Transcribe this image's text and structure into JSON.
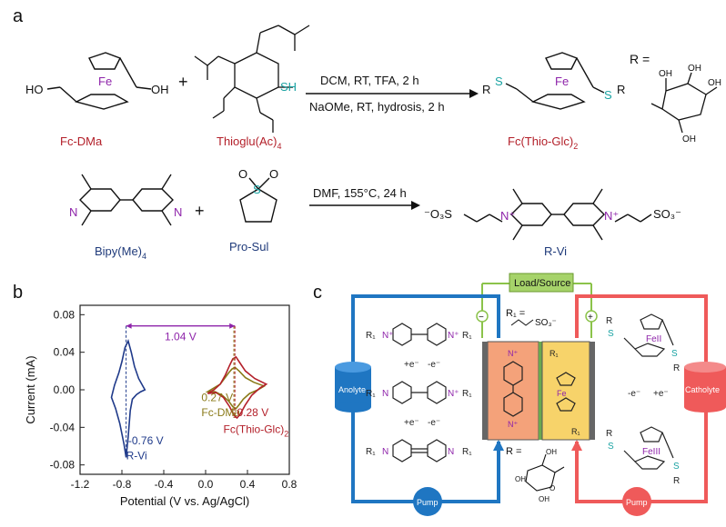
{
  "figure": {
    "panels": {
      "a": "a",
      "b": "b",
      "c": "c"
    }
  },
  "panel_a": {
    "reaction1": {
      "reactant1": {
        "label": "Fc-DMa",
        "atoms": {
          "ho_left": "HO",
          "oh_right": "OH",
          "fe": "Fe"
        }
      },
      "plus": "+",
      "reactant2": {
        "label": "Thioglu(Ac)",
        "label_sub": "4",
        "atoms": {
          "sh": "SH"
        }
      },
      "conditions_top": "DCM, RT, TFA, 2 h",
      "conditions_bottom": "NaOMe, RT, hydrosis, 2 h",
      "product": {
        "label": "Fc(Thio-Glc)",
        "label_sub": "2",
        "atoms": {
          "r_left": "R",
          "s_left": "S",
          "fe": "Fe",
          "s_right": "S",
          "r_right": "R"
        }
      },
      "r_definition": {
        "prefix": "R =",
        "oh": "OH"
      }
    },
    "reaction2": {
      "reactant1": {
        "label": "Bipy(Me)",
        "label_sub": "4",
        "atoms": {
          "n": "N"
        }
      },
      "plus": "+",
      "reactant2": {
        "label": "Pro-Sul",
        "atoms": {
          "s": "S",
          "o": "O"
        }
      },
      "conditions": "DMF, 155°C, 24 h",
      "product": {
        "label": "R-Vi",
        "left_group": "⁻O₃S",
        "right_group": "SO₃⁻",
        "n_plus": "N⁺"
      }
    }
  },
  "chart_data": {
    "type": "line",
    "title": "",
    "xlabel": "Potential (V vs. Ag/AgCl)",
    "ylabel": "Current (mA)",
    "xlim": [
      -1.2,
      0.8
    ],
    "ylim": [
      -0.09,
      0.09
    ],
    "xticks": [
      "-1.2",
      "-0.8",
      "-0.4",
      "0.0",
      "0.4",
      "0.8"
    ],
    "yticks": [
      "0.08",
      "0.04",
      "0.00",
      "-0.04",
      "-0.08"
    ],
    "series": [
      {
        "name": "R-Vi",
        "color": "#1f3a8a",
        "x": [
          -0.58,
          -0.62,
          -0.66,
          -0.7,
          -0.72,
          -0.74,
          -0.76,
          -0.78,
          -0.82,
          -0.86,
          -0.9,
          -0.87,
          -0.83,
          -0.8,
          -0.77,
          -0.74,
          -0.71,
          -0.68,
          -0.64,
          -0.6,
          -0.58
        ],
        "y": [
          0.0,
          -0.002,
          -0.005,
          -0.01,
          -0.022,
          -0.05,
          -0.072,
          -0.058,
          -0.036,
          -0.02,
          -0.008,
          0.005,
          0.018,
          0.03,
          0.045,
          0.052,
          0.04,
          0.025,
          0.012,
          0.004,
          0.0
        ]
      },
      {
        "name": "Fc-DMa",
        "color": "#8a7a18",
        "x": [
          0.02,
          0.08,
          0.14,
          0.18,
          0.22,
          0.25,
          0.28,
          0.32,
          0.38,
          0.46,
          0.56,
          0.5,
          0.42,
          0.36,
          0.32,
          0.29,
          0.26,
          0.22,
          0.16,
          0.09,
          0.02
        ],
        "y": [
          -0.002,
          0.002,
          0.006,
          0.012,
          0.018,
          0.022,
          0.024,
          0.02,
          0.013,
          0.008,
          0.004,
          0.0,
          -0.004,
          -0.01,
          -0.016,
          -0.02,
          -0.018,
          -0.012,
          -0.006,
          -0.002,
          -0.002
        ]
      },
      {
        "name": "Fc(Thio-Glc)2",
        "color": "#b3202a",
        "x": [
          0.02,
          0.08,
          0.14,
          0.19,
          0.23,
          0.26,
          0.29,
          0.32,
          0.38,
          0.47,
          0.58,
          0.52,
          0.44,
          0.38,
          0.33,
          0.3,
          0.27,
          0.23,
          0.17,
          0.1,
          0.02
        ],
        "y": [
          -0.004,
          0.0,
          0.006,
          0.016,
          0.026,
          0.033,
          0.035,
          0.03,
          0.02,
          0.012,
          0.006,
          0.002,
          -0.006,
          -0.016,
          -0.026,
          -0.03,
          -0.027,
          -0.018,
          -0.008,
          -0.003,
          -0.004
        ]
      }
    ],
    "annotations": {
      "gap": "1.04 V",
      "rvi_potential": "-0.76 V",
      "rvi_label": "R-Vi",
      "fc_dma_potential": "0.27 V",
      "fc_dma_label": "Fc-DMa",
      "fc_thio_potential": "0.28 V",
      "fc_thio_label": "Fc(Thio-Glc)",
      "fc_thio_sub": "2"
    }
  },
  "panel_c": {
    "load_source": "Load/Source",
    "anolyte": "Anolyte",
    "catholyte": "Catholyte",
    "pump_left": "Pump",
    "pump_right": "Pump",
    "r1_def": "R₁ =",
    "so3": "SO₃⁻",
    "r_def": "R =",
    "e_in": "+e⁻",
    "e_out": "-e⁻",
    "fe2": "FeII",
    "fe3": "FeIII",
    "minus_sign": "−",
    "plus_sign": "+",
    "r1": "R₁",
    "r": "R",
    "s": "S",
    "n": "N",
    "nplus": "N⁺",
    "fe": "Fe",
    "oh": "OH",
    "o": "O"
  },
  "colors": {
    "red": "#b3202a",
    "navy": "#1f3a7a",
    "teal": "#1aa3a3",
    "purple": "#8e24aa",
    "blue_loop": "#1f76c2",
    "red_loop": "#ef5a5a",
    "green_wire": "#8bc34a",
    "anolyte_fill": "#f4a27a",
    "catholyte_fill": "#f7d36a"
  }
}
